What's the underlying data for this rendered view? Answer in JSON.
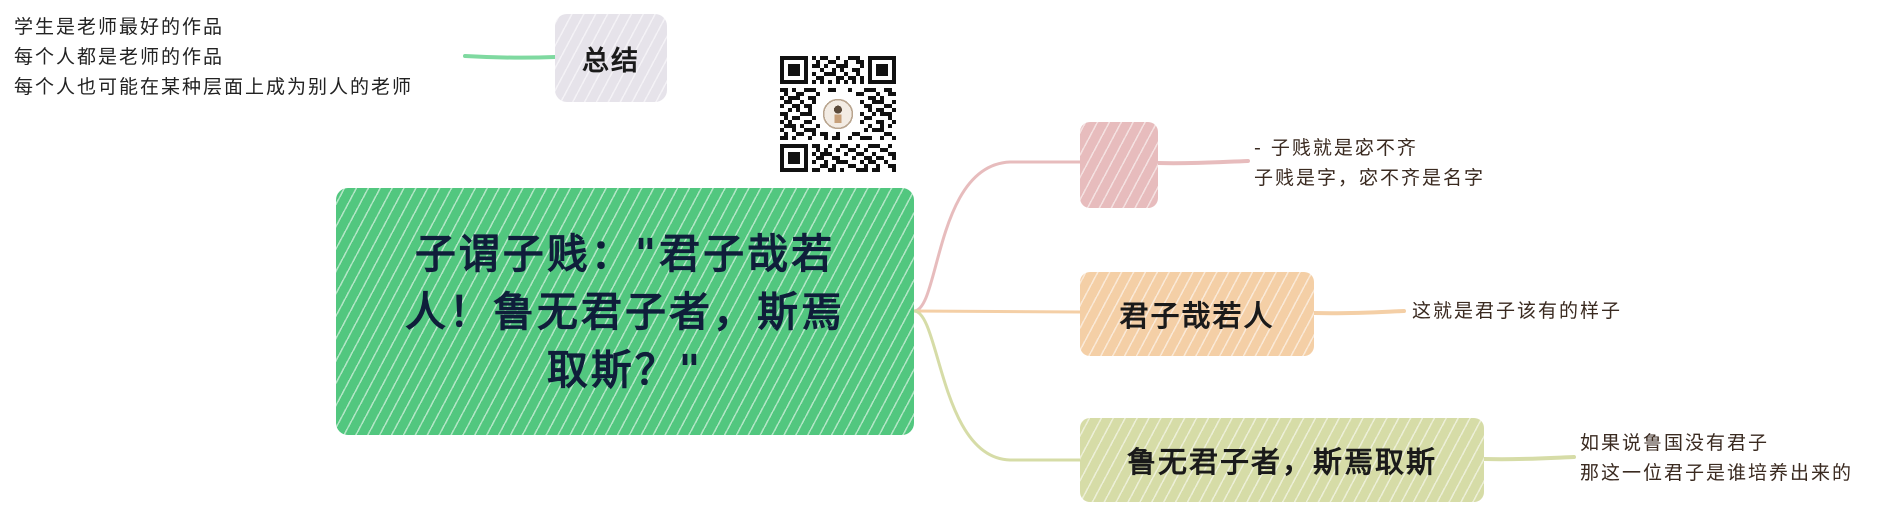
{
  "central_topic": {
    "text": "子谓子贱：\"君子哉若\n人！鲁无君子者，斯焉\n取斯？\""
  },
  "summary": {
    "label": "总结",
    "notes": [
      "学生是老师最好的作品",
      "每个人都是老师的作品",
      "每个人也可能在某种层面上成为别人的老师"
    ]
  },
  "branches": [
    {
      "label": "",
      "color": "#e7bcbd",
      "notes": [
        "- 子贱就是宓不齐",
        "子贱是字，宓不齐是名字"
      ]
    },
    {
      "label": "君子哉若人",
      "color": "#f4cfa6",
      "notes": [
        "这就是君子该有的样子"
      ]
    },
    {
      "label": "鲁无君子者，斯焉取斯",
      "color": "#d6dca7",
      "notes": [
        "如果说鲁国没有君子",
        "那这一位君子是谁培养出来的"
      ]
    }
  ],
  "colors": {
    "central": "#52c77f",
    "summary": "#e6e3ea",
    "summary_connector": "#7fd9a0"
  },
  "qr_code": {
    "icon": "qr-code-icon"
  }
}
